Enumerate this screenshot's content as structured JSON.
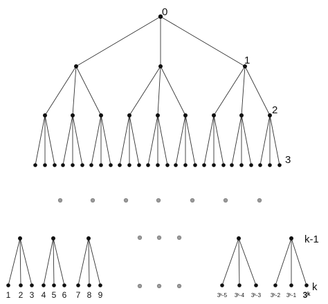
{
  "diagram": {
    "level_labels": {
      "root": "0",
      "level1": "1",
      "level2": "2",
      "level3": "3",
      "level_k_minus_1": "k-1",
      "level_k": "k"
    },
    "leaf_labels_left": [
      "1",
      "2",
      "3",
      "4",
      "5",
      "6",
      "7",
      "8",
      "9"
    ],
    "leaf_labels_right": [
      "3ᵏ-5",
      "3ᵏ-4",
      "3ᵏ-3",
      "3ᵏ-2",
      "3ᵏ-1",
      "3ᵏ"
    ]
  }
}
